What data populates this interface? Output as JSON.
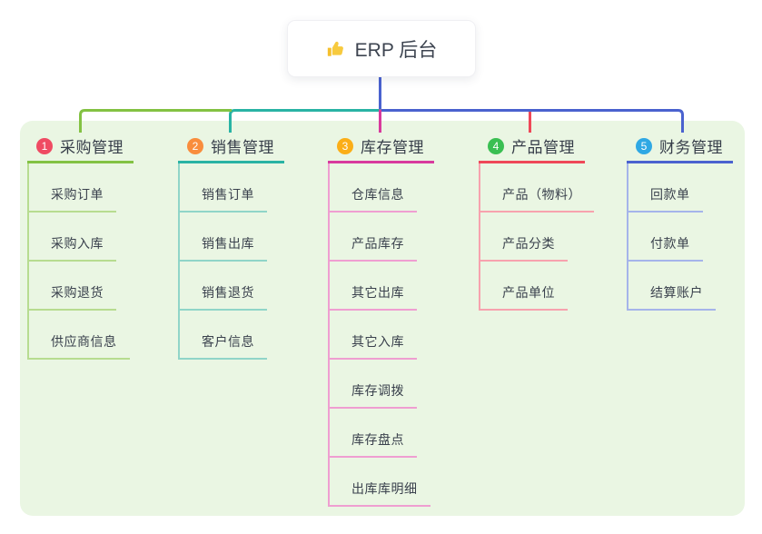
{
  "root": {
    "title": "ERP 后台",
    "icon": "thumbs-up-icon",
    "icon_color": "#f5c02e"
  },
  "colors": {
    "panel_bg": "#eaf6e3",
    "connector_blue": "#4a62cf"
  },
  "branches": [
    {
      "index": "1",
      "title": "采购管理",
      "badge_color": "#ef4b63",
      "line_color": "#83c243",
      "child_line_color": "#b7dc90",
      "children": [
        "采购订单",
        "采购入库",
        "采购退货",
        "供应商信息"
      ]
    },
    {
      "index": "2",
      "title": "销售管理",
      "badge_color": "#f98d3d",
      "line_color": "#29b3a4",
      "child_line_color": "#90d5c8",
      "children": [
        "销售订单",
        "销售出库",
        "销售退货",
        "客户信息"
      ]
    },
    {
      "index": "3",
      "title": "库存管理",
      "badge_color": "#fbae17",
      "line_color": "#d83a9d",
      "child_line_color": "#ef9ed1",
      "children": [
        "仓库信息",
        "产品库存",
        "其它出库",
        "其它入库",
        "库存调拨",
        "库存盘点",
        "出库库明细"
      ]
    },
    {
      "index": "4",
      "title": "产品管理",
      "badge_color": "#3abf52",
      "line_color": "#ef4858",
      "child_line_color": "#f7a2ae",
      "children": [
        "产品（物料）",
        "产品分类",
        "产品单位"
      ]
    },
    {
      "index": "5",
      "title": "财务管理",
      "badge_color": "#2fa8e4",
      "line_color": "#4a62cf",
      "child_line_color": "#a5b4ea",
      "children": [
        "回款单",
        "付款单",
        "结算账户"
      ]
    }
  ]
}
